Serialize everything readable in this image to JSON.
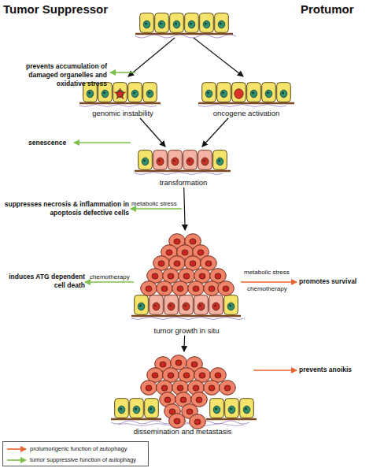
{
  "diagram": {
    "nodes": [
      {
        "text": [
          "genomic instability"
        ]
      },
      {
        "text": [
          "oncogene activation"
        ]
      },
      {
        "text": [
          "transformation"
        ]
      },
      {
        "text": [
          "tumor growth in situ"
        ]
      },
      {
        "text": [
          "dissemination and metastasis"
        ]
      }
    ],
    "edges": [
      {
        "from": 0,
        "to": 2,
        "arrow": "to"
      },
      {
        "from": 1,
        "to": 2,
        "arrow": "to"
      },
      {
        "from": 2,
        "to": 3,
        "arrow": "to"
      },
      {
        "from": 3,
        "to": 4,
        "arrow": "to"
      }
    ],
    "labels": [
      "Tumor Suppressor",
      "Protumor",
      "prevents accumulation of damaged organelles and oxidative stress",
      "senescence",
      "suppresses necrosis & inflammation in apoptosis defective cells",
      "metabolic stress",
      "induces ATG dependent cell death",
      "chemotherapy",
      "metabolic stress",
      "chemotherapy",
      "promotes survival",
      "prevents anoikis"
    ],
    "legend": [
      {
        "text": "protumorigenic function of autophagy"
      },
      {
        "text": "tumor suppressive function of autophagy"
      }
    ]
  }
}
